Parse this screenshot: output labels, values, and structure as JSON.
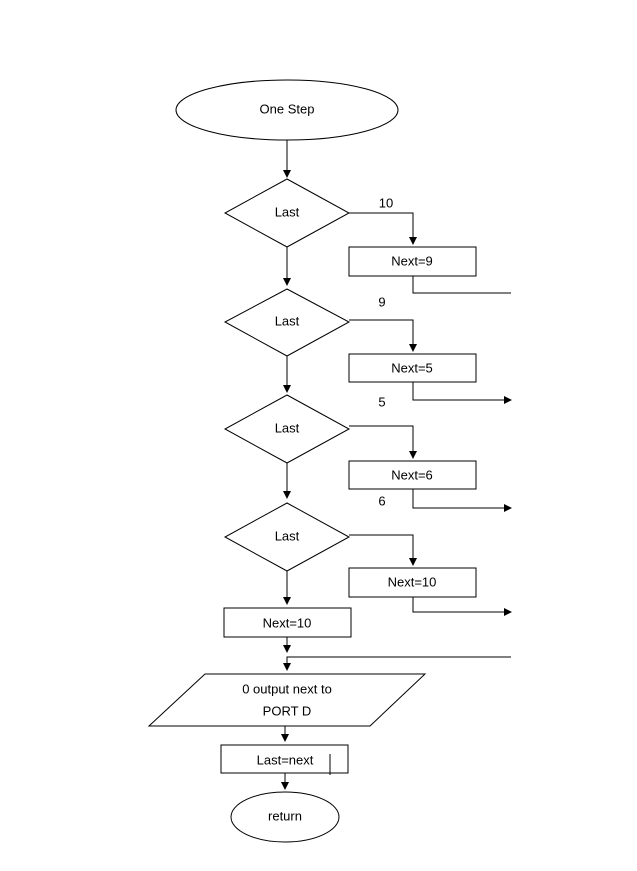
{
  "diagram": {
    "start": "One Step",
    "decisions": [
      {
        "label": "Last",
        "branch_value": "10",
        "action": "Next=9"
      },
      {
        "label": "Last",
        "branch_value": "9",
        "action": "Next=5"
      },
      {
        "label": "Last",
        "branch_value": "5",
        "action": "Next=6"
      },
      {
        "label": "Last",
        "branch_value": "6",
        "action": "Next=10"
      }
    ],
    "default_action": "Next=10",
    "output": {
      "line1": "0 output next to",
      "line2": "PORT D"
    },
    "assign": "Last=next",
    "end": "return"
  },
  "colors": {
    "stroke": "#000000",
    "fill": "#ffffff"
  }
}
